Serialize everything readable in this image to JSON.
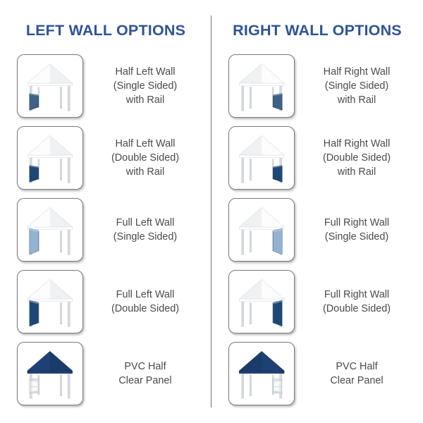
{
  "colors": {
    "title": "#2f5496",
    "label": "#4a4a4a",
    "divider": "#6f6f6f",
    "card_border": "#7c7c7c",
    "canopy_white": "#fdfdfd",
    "canopy_shade": "#e6e8ea",
    "wall_navy": "#1f4776",
    "wall_steel": "#3f6186",
    "wall_light_blue": "#93b4d1",
    "pvc_canopy": "#1e4175",
    "frame": "#d8dbde",
    "background": "#ffffff"
  },
  "columns": [
    {
      "id": "left",
      "title": "LEFT WALL OPTIONS",
      "rows": [
        {
          "icon": "tent-half-left-wall-single-sided-with-rail-icon",
          "label": "Half Left Wall\n(Single Sided)\nwith Rail",
          "side": "left",
          "wall_style": "half",
          "wall_color": "#3f6186",
          "canopy_color": "#fdfdfd"
        },
        {
          "icon": "tent-half-left-wall-double-sided-with-rail-icon",
          "label": "Half Left Wall\n(Double Sided)\nwith Rail",
          "side": "left",
          "wall_style": "half",
          "wall_color": "#1f4776",
          "canopy_color": "#fdfdfd"
        },
        {
          "icon": "tent-full-left-wall-single-sided-icon",
          "label": "Full Left Wall\n(Single Sided)",
          "side": "left",
          "wall_style": "full",
          "wall_color": "#93b4d1",
          "canopy_color": "#fdfdfd"
        },
        {
          "icon": "tent-full-left-wall-double-sided-icon",
          "label": "Full Left Wall\n(Double Sided)",
          "side": "left",
          "wall_style": "full",
          "wall_color": "#1f4776",
          "canopy_color": "#fdfdfd"
        },
        {
          "icon": "tent-pvc-half-clear-panel-left-icon",
          "label": "PVC Half\nClear Panel",
          "side": "left",
          "wall_style": "pvc",
          "wall_color": "#f2f4f6",
          "canopy_color": "#1e4175"
        }
      ]
    },
    {
      "id": "right",
      "title": "RIGHT WALL OPTIONS",
      "rows": [
        {
          "icon": "tent-half-right-wall-single-sided-with-rail-icon",
          "label": "Half Right Wall\n(Single Sided)\nwith Rail",
          "side": "right",
          "wall_style": "half",
          "wall_color": "#3f6186",
          "canopy_color": "#fdfdfd"
        },
        {
          "icon": "tent-half-right-wall-double-sided-with-rail-icon",
          "label": "Half Right Wall\n(Double Sided)\nwith Rail",
          "side": "right",
          "wall_style": "half",
          "wall_color": "#1f4776",
          "canopy_color": "#fdfdfd"
        },
        {
          "icon": "tent-full-right-wall-single-sided-icon",
          "label": "Full Right Wall\n(Single Sided)",
          "side": "right",
          "wall_style": "full",
          "wall_color": "#93b4d1",
          "canopy_color": "#fdfdfd"
        },
        {
          "icon": "tent-full-right-wall-double-sided-icon",
          "label": "Full Right Wall\n(Double Sided)",
          "side": "right",
          "wall_style": "full",
          "wall_color": "#1f4776",
          "canopy_color": "#fdfdfd"
        },
        {
          "icon": "tent-pvc-half-clear-panel-right-icon",
          "label": "PVC Half\nClear Panel",
          "side": "right",
          "wall_style": "pvc",
          "wall_color": "#f2f4f6",
          "canopy_color": "#1e4175"
        }
      ]
    }
  ]
}
